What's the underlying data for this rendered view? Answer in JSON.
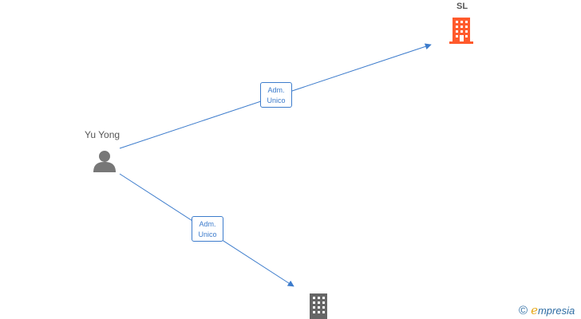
{
  "nodes": {
    "person": {
      "label": "Yu Yong",
      "icon": "person-icon",
      "color": "#777777"
    },
    "company_top": {
      "label": "SL",
      "icon": "building-icon",
      "color": "#ff5a2c"
    },
    "company_bottom": {
      "label": "",
      "icon": "building-icon",
      "color": "#666666"
    }
  },
  "edges": [
    {
      "from": "person",
      "to": "company_top",
      "label_line1": "Adm.",
      "label_line2": "Unico"
    },
    {
      "from": "person",
      "to": "company_bottom",
      "label_line1": "Adm.",
      "label_line2": "Unico"
    }
  ],
  "colors": {
    "edge": "#3d7ccc",
    "brand_e": "#e6a817",
    "brand": "#2e6da4"
  },
  "brand": {
    "copyright": "©",
    "first_letter": "e",
    "rest": "mpresia"
  }
}
